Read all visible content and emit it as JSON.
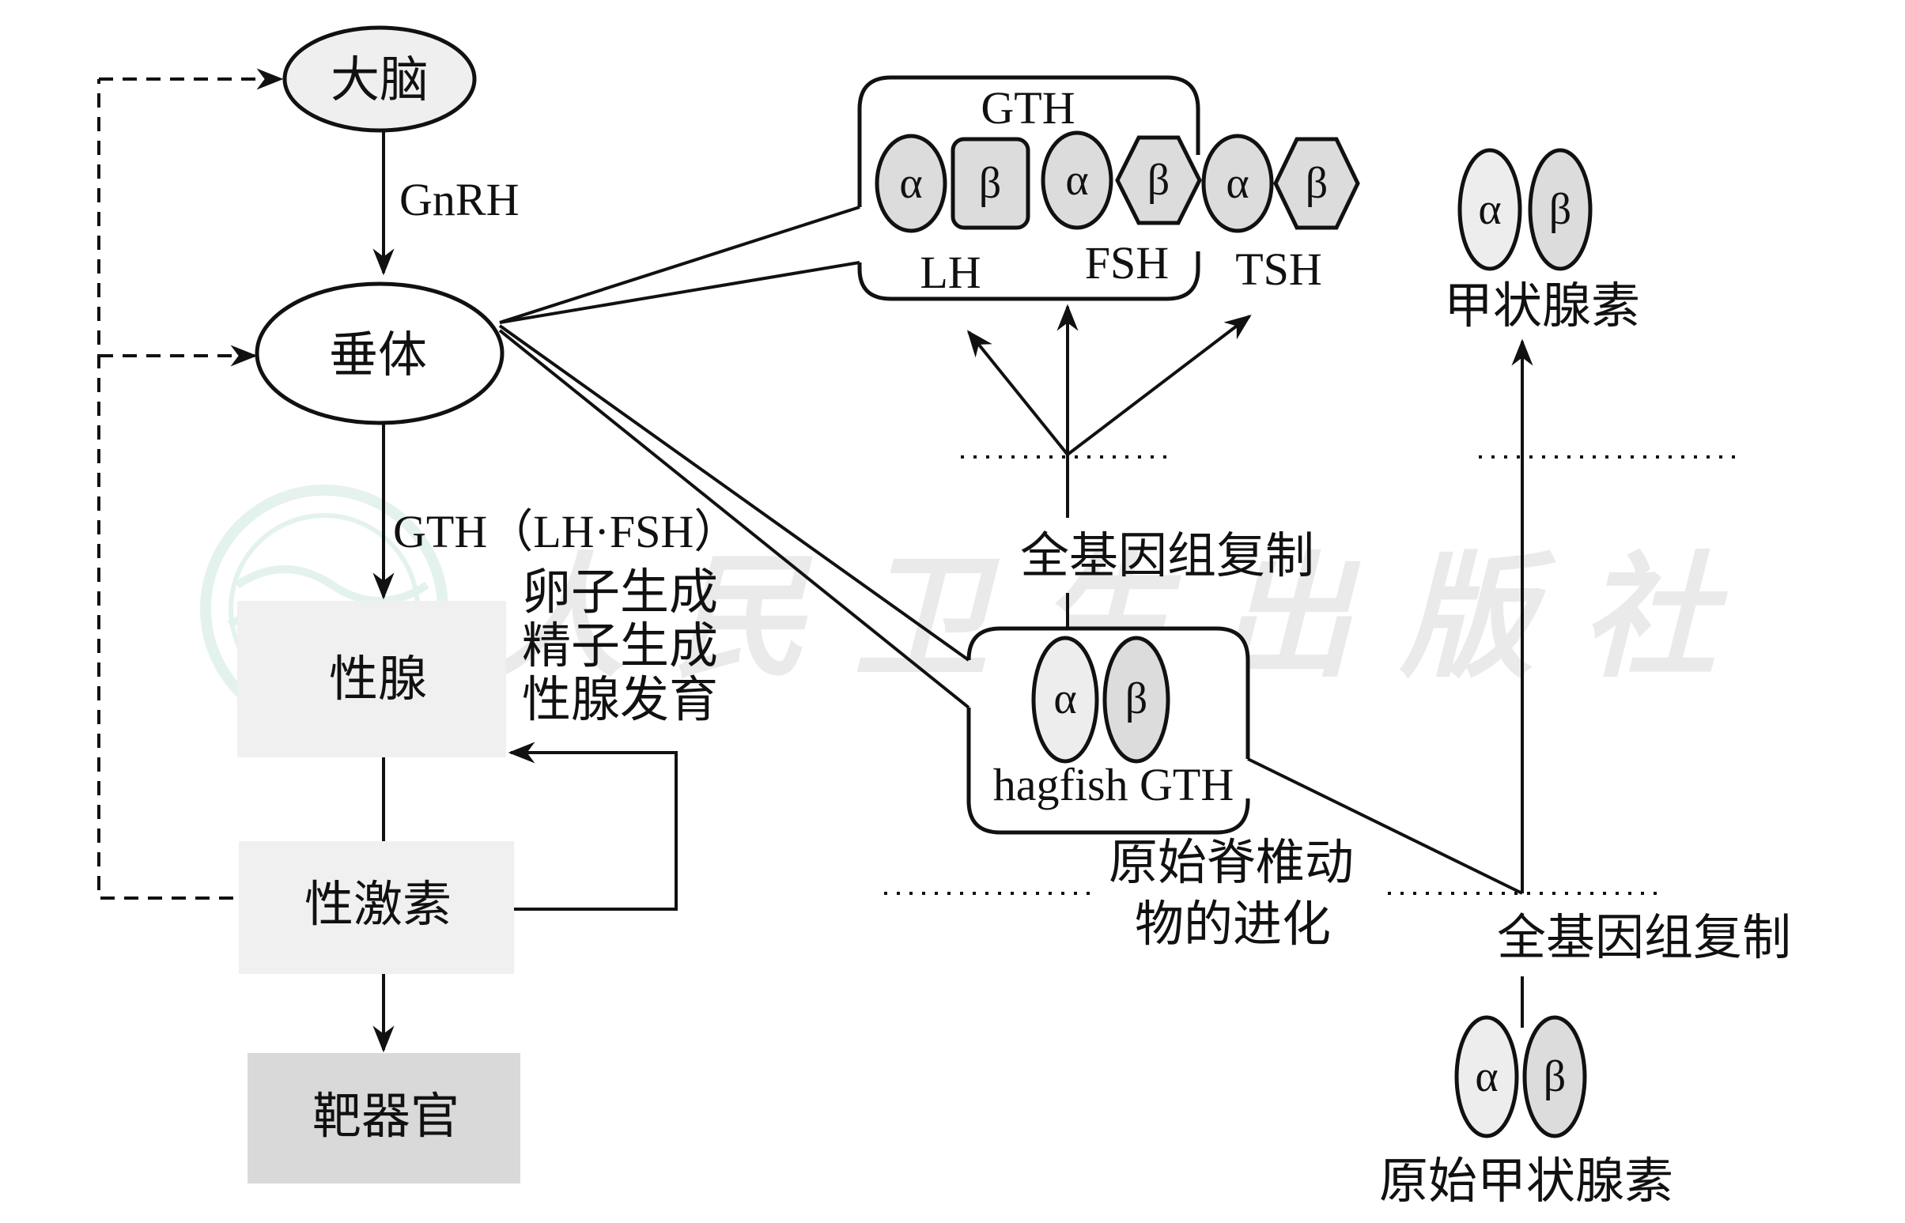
{
  "nodes": {
    "brain": "大脑",
    "pituitary": "垂体",
    "gonad": "性腺",
    "sex_hormone": "性激素",
    "target_organ": "靶器官"
  },
  "edge_labels": {
    "gnrh": "GnRH",
    "gth_lh_fsh": "GTH（LH·FSH）",
    "gonad_effects": [
      "卵子生成",
      "精子生成",
      "性腺发育"
    ]
  },
  "gth_box": {
    "title": "GTH",
    "hormones": [
      {
        "name": "LH",
        "alpha": "α",
        "beta": "β"
      },
      {
        "name": "FSH",
        "alpha": "α",
        "beta": "β"
      },
      {
        "name": "TSH",
        "alpha": "α",
        "beta": "β"
      }
    ]
  },
  "hagfish": {
    "label": "hagfish GTH",
    "alpha": "α",
    "beta": "β"
  },
  "duplication_label_upper": "全基因组复制",
  "duplication_label_lower": "全基因组复制",
  "vertebrate_evolution": [
    "原始脊椎动",
    "物的进化"
  ],
  "thyroid": {
    "label": "甲状腺素",
    "alpha": "α",
    "beta": "β"
  },
  "primitive_thyroid": {
    "label": "原始甲状腺素",
    "alpha": "α",
    "beta": "β"
  },
  "watermark_text": "人民卫生出版社",
  "colors": {
    "stroke": "#111111",
    "subunit_fill": "#dcdcdc",
    "light_box": "#f0f0f0",
    "target_box": "#d9d9d9"
  }
}
